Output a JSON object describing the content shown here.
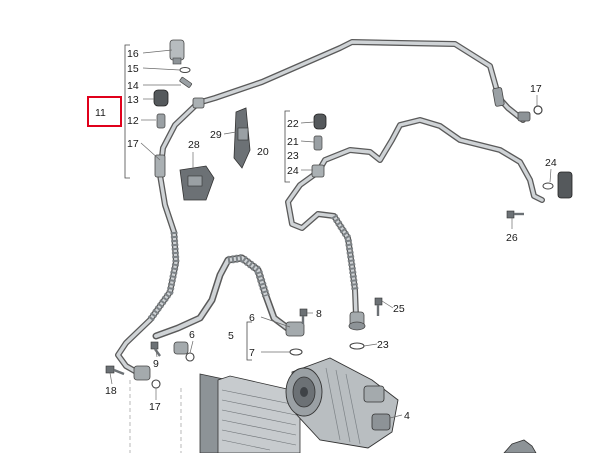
{
  "diagram": {
    "highlight_color": "#e0001b",
    "callouts": {
      "c11": "11",
      "c16": "16",
      "c15": "15",
      "c14": "14",
      "c13": "13",
      "c12": "12",
      "c17a": "17",
      "c28": "28",
      "c29": "29",
      "c20": "20",
      "c22": "22",
      "c21": "21",
      "c23a": "23",
      "c24a": "24",
      "c17b": "17",
      "c24b": "24",
      "c26": "26",
      "c8": "8",
      "c6a": "6",
      "c5": "5",
      "c7": "7",
      "c25": "25",
      "c23b": "23",
      "c6b": "6",
      "c9": "9",
      "c18": "18",
      "c17c": "17",
      "c4": "4"
    }
  }
}
